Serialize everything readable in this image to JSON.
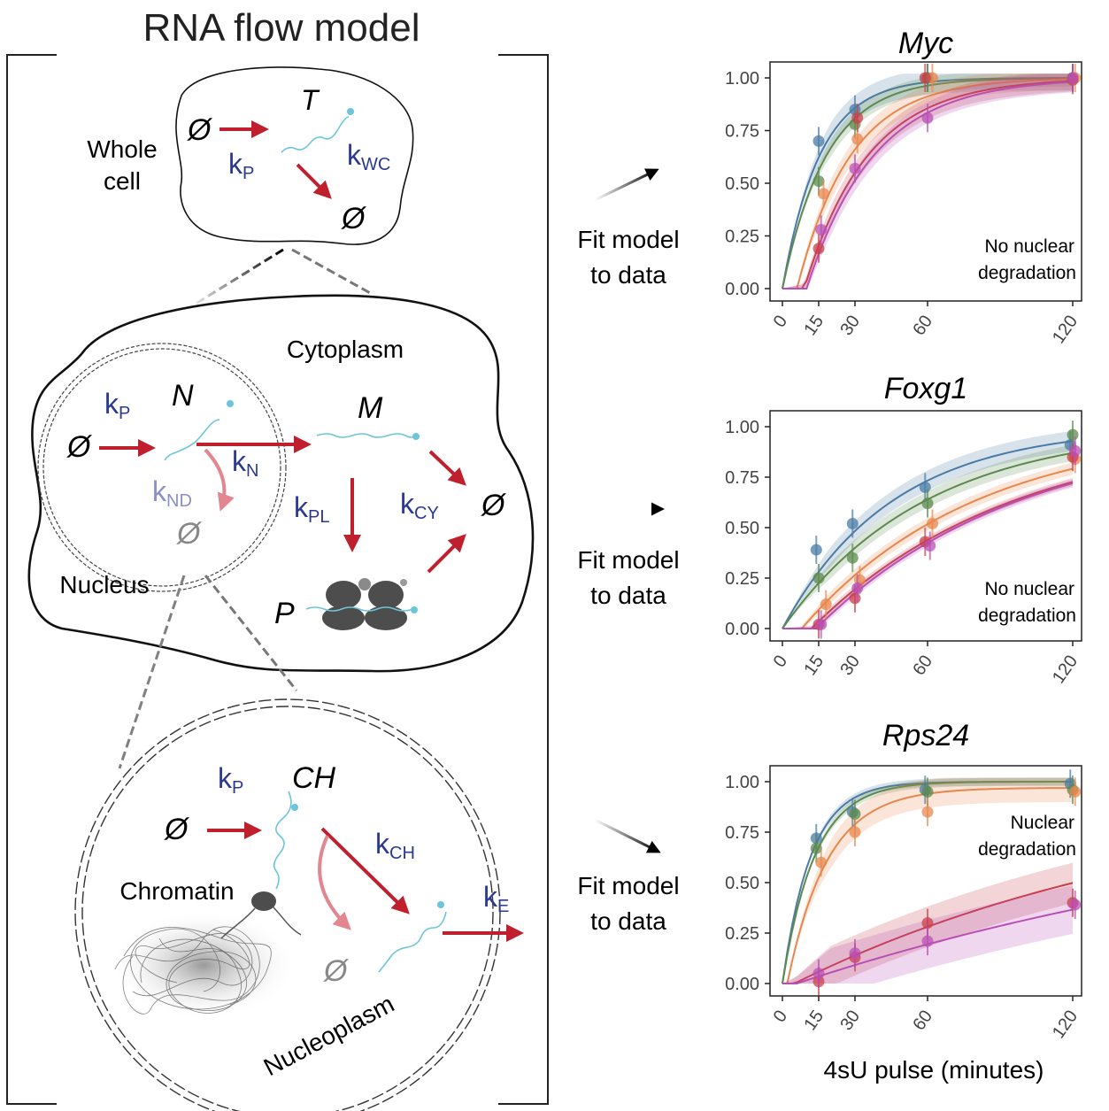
{
  "title": "RNA flow model",
  "symbols": {
    "empty": "Ø"
  },
  "whole_cell": {
    "label_line1": "Whole",
    "label_line2": "cell",
    "species": "T",
    "kP": "k",
    "kP_sub": "P",
    "kWC": "k",
    "kWC_sub": "WC"
  },
  "cell": {
    "cytoplasm_label": "Cytoplasm",
    "nucleus_label": "Nucleus",
    "N": "N",
    "M": "M",
    "P": "P",
    "kP": "k",
    "kP_sub": "P",
    "kN": "k",
    "kN_sub": "N",
    "kND": "k",
    "kND_sub": "ND",
    "kPL": "k",
    "kPL_sub": "PL",
    "kCY": "k",
    "kCY_sub": "CY"
  },
  "nucleus": {
    "chromatin_label": "Chromatin",
    "nucleoplasm_label": "Nucleoplasm",
    "CH": "CH",
    "kP": "k",
    "kP_sub": "P",
    "kCH": "k",
    "kCH_sub": "CH",
    "kE": "k",
    "kE_sub": "E"
  },
  "fit_label": {
    "line1": "Fit model",
    "line2": "to data"
  },
  "colors": {
    "arrow_red": "#c0202e",
    "arrow_pink": "#e2868f",
    "k_blue": "#2b3990",
    "k_light": "#8a8fc8",
    "rna": "#6cc5d9",
    "blue": "#4a7ba6",
    "green": "#5c8a4e",
    "orange": "#e8874d",
    "red": "#c93f4b",
    "purple": "#b84fb5"
  },
  "xlabel": "4sU pulse (minutes)",
  "chart_data": [
    {
      "type": "line",
      "title": "Myc",
      "annotation_line1": "No nuclear",
      "annotation_line2": "degradation",
      "x_ticks": [
        0,
        15,
        30,
        60,
        120
      ],
      "y_ticks": [
        "0.00",
        "0.25",
        "0.50",
        "0.75",
        "1.00"
      ],
      "xlim": [
        0,
        120
      ],
      "ylim": [
        0,
        1
      ],
      "series": [
        {
          "color": "blue",
          "points": [
            [
              15,
              0.7
            ],
            [
              30,
              0.85
            ],
            [
              60,
              1.0
            ],
            [
              120,
              1.0
            ]
          ],
          "rate": 0.065,
          "lag": 0,
          "band": 0.06
        },
        {
          "color": "green",
          "points": [
            [
              15,
              0.51
            ],
            [
              30,
              0.78
            ],
            [
              60,
              1.0
            ],
            [
              120,
              1.0
            ]
          ],
          "rate": 0.055,
          "lag": 0,
          "band": 0.04
        },
        {
          "color": "orange",
          "points": [
            [
              17,
              0.45
            ],
            [
              31,
              0.71
            ],
            [
              62,
              1.0
            ],
            [
              121,
              1.0
            ]
          ],
          "rate": 0.045,
          "lag": 6,
          "band": 0.05
        },
        {
          "color": "red",
          "points": [
            [
              15,
              0.19
            ],
            [
              31,
              0.81
            ],
            [
              59,
              1.0
            ],
            [
              120,
              0.99
            ]
          ],
          "rate": 0.038,
          "lag": 9,
          "band": 0.05
        },
        {
          "color": "purple",
          "points": [
            [
              16,
              0.28
            ],
            [
              30,
              0.57
            ],
            [
              60,
              0.81
            ],
            [
              120,
              1.0
            ]
          ],
          "rate": 0.036,
          "lag": 10,
          "band": 0.05
        }
      ]
    },
    {
      "type": "line",
      "title": "Foxg1",
      "annotation_line1": "No nuclear",
      "annotation_line2": "degradation",
      "x_ticks": [
        0,
        15,
        30,
        60,
        120
      ],
      "y_ticks": [
        "0.00",
        "0.25",
        "0.50",
        "0.75",
        "1.00"
      ],
      "xlim": [
        0,
        120
      ],
      "ylim": [
        0,
        1
      ],
      "series": [
        {
          "color": "blue",
          "points": [
            [
              14,
              0.39
            ],
            [
              29,
              0.52
            ],
            [
              59,
              0.7
            ],
            [
              119,
              0.91
            ]
          ],
          "rate": 0.022,
          "lag": 0,
          "band": 0.05
        },
        {
          "color": "green",
          "points": [
            [
              15,
              0.25
            ],
            [
              29,
              0.35
            ],
            [
              60,
              0.62
            ],
            [
              120,
              0.96
            ]
          ],
          "rate": 0.017,
          "lag": 0,
          "band": 0.04
        },
        {
          "color": "orange",
          "points": [
            [
              18,
              0.12
            ],
            [
              32,
              0.24
            ],
            [
              62,
              0.52
            ],
            [
              121,
              0.84
            ]
          ],
          "rate": 0.014,
          "lag": 8,
          "band": 0.03
        },
        {
          "color": "red",
          "points": [
            [
              15,
              0.02
            ],
            [
              30,
              0.15
            ],
            [
              59,
              0.43
            ],
            [
              120,
              0.85
            ]
          ],
          "rate": 0.012,
          "lag": 12,
          "band": 0.02
        },
        {
          "color": "purple",
          "points": [
            [
              16,
              0.02
            ],
            [
              31,
              0.2
            ],
            [
              61,
              0.41
            ],
            [
              121,
              0.88
            ]
          ],
          "rate": 0.012,
          "lag": 14,
          "band": 0.02
        }
      ]
    },
    {
      "type": "line",
      "title": "Rps24",
      "annotation_line1": "Nuclear",
      "annotation_line2": "degradation",
      "x_ticks": [
        0,
        15,
        30,
        60,
        120
      ],
      "y_ticks": [
        "0.00",
        "0.25",
        "0.50",
        "0.75",
        "1.00"
      ],
      "xlim": [
        0,
        120
      ],
      "ylim": [
        0,
        1
      ],
      "series": [
        {
          "color": "blue",
          "points": [
            [
              14,
              0.72
            ],
            [
              29,
              0.85
            ],
            [
              59,
              0.96
            ],
            [
              119,
              0.99
            ]
          ],
          "rate": 0.085,
          "lag": 0,
          "band": 0.02,
          "max": 1.0
        },
        {
          "color": "green",
          "points": [
            [
              14,
              0.67
            ],
            [
              30,
              0.84
            ],
            [
              60,
              0.95
            ],
            [
              120,
              0.96
            ]
          ],
          "rate": 0.075,
          "lag": 0,
          "band": 0.02,
          "max": 1.0
        },
        {
          "color": "orange",
          "points": [
            [
              16,
              0.6
            ],
            [
              30,
              0.75
            ],
            [
              60,
              0.85
            ],
            [
              121,
              0.95
            ]
          ],
          "rate": 0.06,
          "lag": 2,
          "band": 0.07,
          "max": 0.97
        },
        {
          "color": "red",
          "points": [
            [
              15,
              0.01
            ],
            [
              30,
              0.13
            ],
            [
              60,
              0.3
            ],
            [
              120,
              0.4
            ]
          ],
          "rate": 0.006,
          "lag": 5,
          "band": 0.1,
          "max": 1.0
        },
        {
          "color": "purple",
          "points": [
            [
              15,
              0.05
            ],
            [
              30,
              0.15
            ],
            [
              60,
              0.21
            ],
            [
              121,
              0.39
            ]
          ],
          "rate": 0.004,
          "lag": 6,
          "band": 0.12,
          "max": 1.0
        }
      ]
    }
  ]
}
